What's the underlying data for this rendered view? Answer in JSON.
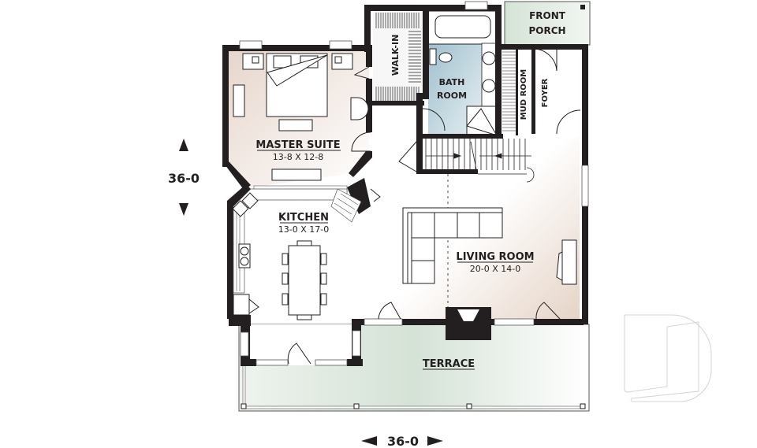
{
  "plan": {
    "rooms": [
      {
        "id": "master",
        "name": "MASTER SUITE",
        "dims": "13-8 X 12-8"
      },
      {
        "id": "walkin",
        "name": "WALK-IN",
        "dims": ""
      },
      {
        "id": "bath",
        "name_line1": "BATH",
        "name_line2": "ROOM"
      },
      {
        "id": "porch",
        "name_line1": "FRONT",
        "name_line2": "PORCH"
      },
      {
        "id": "mudroom",
        "name": "MUD ROOM"
      },
      {
        "id": "foyer",
        "name": "FOYER"
      },
      {
        "id": "kitchen",
        "name": "KITCHEN",
        "dims": "13-0 X 17-0"
      },
      {
        "id": "living",
        "name": "LIVING ROOM",
        "dims": "20-0 X 14-0"
      },
      {
        "id": "terrace",
        "name": "TERRACE"
      }
    ],
    "overall_dims": {
      "depth": "36-0",
      "width": "36-0"
    },
    "colors": {
      "wall": "#231f20",
      "master_fill": "#ecdfd6",
      "bath_fill": "#b7d0da",
      "terrace_fill": "#d7e3d8",
      "porch_fill": "#dfe9df",
      "living_fill": "#eadbd0",
      "watermark": "#d9d9d9"
    },
    "watermark": "D-logo"
  }
}
